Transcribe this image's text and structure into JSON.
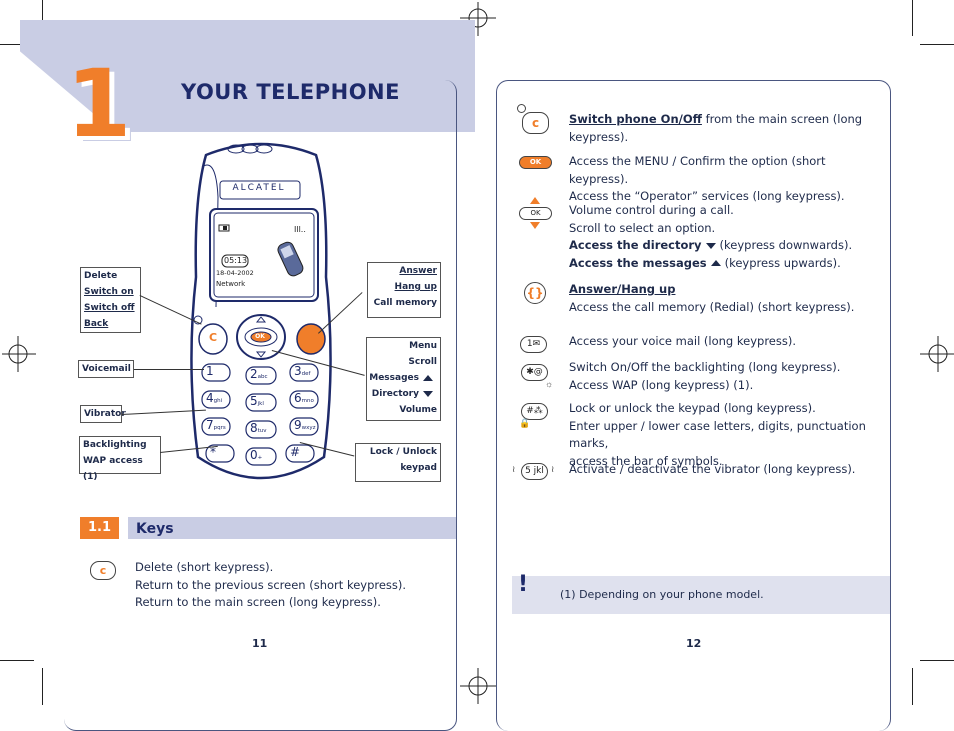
{
  "left_page": {
    "chapter_number": "1",
    "title": "YOUR TELEPHONE",
    "page_number": "11",
    "phone": {
      "brand": "ALCATEL",
      "screen_time": "05:13",
      "screen_date": "18-04-2002",
      "screen_network": "Network",
      "key_ok": "OK",
      "key_c": "C",
      "keys": [
        "1",
        "2",
        "3",
        "4",
        "5",
        "6",
        "7",
        "8",
        "9",
        "*",
        "0",
        "#"
      ],
      "key_letters": [
        "",
        "abc",
        "def",
        "ghi",
        "jkl",
        "mno",
        "pqrs",
        "tuv",
        "wxyz",
        "",
        "+",
        ""
      ]
    },
    "callouts_left": [
      {
        "items": [
          {
            "text": "Delete",
            "underline": false
          },
          {
            "text": "Switch on",
            "underline": true
          },
          {
            "text": "Switch off",
            "underline": true
          },
          {
            "text": "Back",
            "underline": true
          }
        ]
      },
      {
        "items": [
          {
            "text": "Voicemail",
            "underline": false
          }
        ]
      },
      {
        "items": [
          {
            "text": "Vibrator",
            "underline": false
          }
        ]
      },
      {
        "items": [
          {
            "text": "Backlighting",
            "underline": false
          },
          {
            "text": "WAP access (1)",
            "underline": false
          }
        ]
      }
    ],
    "callouts_right": [
      {
        "items": [
          {
            "text": "Answer",
            "underline": true
          },
          {
            "text": "Hang up",
            "underline": true
          },
          {
            "text": "Call memory",
            "underline": false
          }
        ]
      },
      {
        "items": [
          {
            "text": "Menu"
          },
          {
            "text": "Scroll"
          },
          {
            "text": "Messages"
          },
          {
            "text": "Directory"
          },
          {
            "text": "Volume"
          }
        ]
      },
      {
        "items": [
          {
            "text": "Lock / Unlock"
          },
          {
            "text": "keypad"
          }
        ]
      }
    ],
    "section": {
      "number": "1.1",
      "title": "Keys",
      "lines": [
        "Delete (short keypress).",
        "Return to the previous screen (short keypress).",
        "Return to the main screen (long keypress)."
      ]
    }
  },
  "right_page": {
    "page_number": "12",
    "entries": [
      {
        "key": "c-key",
        "lines": [
          {
            "bold_u": "Switch phone On/Off",
            "text": " from the main screen (long"
          },
          {
            "text": "keypress)."
          }
        ]
      },
      {
        "key": "ok-key",
        "lines": [
          {
            "text": "Access the MENU / Confirm the option (short keypress)."
          },
          {
            "text": "Access the “Operator” services (long keypress)."
          }
        ]
      },
      {
        "key": "nav-key",
        "lines": [
          {
            "text": "Volume control during a call."
          },
          {
            "text": "Scroll to select an option."
          },
          {
            "bold": "Access the directory",
            "arrow": "down",
            "text": "(keypress downwards)."
          },
          {
            "bold": "Access the messages",
            "arrow": "up",
            "text": "(keypress upwards)."
          }
        ]
      },
      {
        "key": "answer-key",
        "lines": [
          {
            "bold_u": "Answer/Hang up"
          },
          {
            "text": "Access the call memory (Redial) (short keypress)."
          }
        ]
      },
      {
        "key": "one-key",
        "lines": [
          {
            "text": "Access your voice mail (long keypress)."
          }
        ]
      },
      {
        "key": "star-key",
        "lines": [
          {
            "text": "Switch On/Off the backlighting (long keypress)."
          },
          {
            "text": "Access WAP (long keypress) (1)."
          }
        ]
      },
      {
        "key": "hash-key",
        "lines": [
          {
            "text": "Lock or unlock the keypad (long keypress)."
          },
          {
            "text": "Enter upper / lower case letters, digits, punctuation marks,"
          },
          {
            "text": "access the bar of symbols."
          }
        ]
      },
      {
        "key": "five-key",
        "lines": [
          {
            "text": "Activate / deactivate the vibrator (long keypress)."
          }
        ]
      }
    ],
    "note_mark": "!",
    "note": "(1)  Depending on your phone model."
  },
  "colors": {
    "accent": "#f07e2a",
    "band": "#c9cde4",
    "navy": "#1e2a6a"
  }
}
